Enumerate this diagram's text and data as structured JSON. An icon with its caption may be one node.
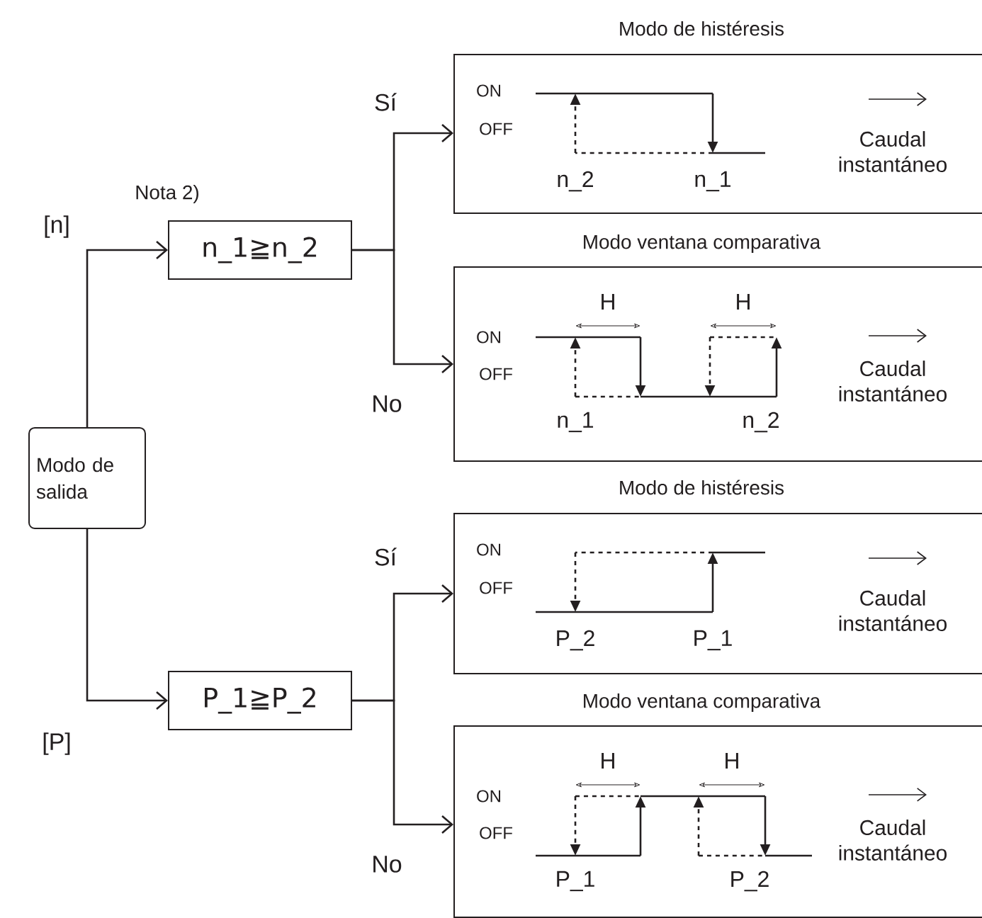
{
  "diagram": {
    "nodes": [
      {
        "text": [
          "Modo de salida"
        ]
      },
      {
        "text": [
          "n_1≧n_2"
        ],
        "beside": [
          "Nota 2)"
        ]
      },
      {
        "text": [
          "Modo de histéresis",
          "ON",
          "OFF",
          "n_2",
          "n_1",
          "Caudal instantáneo"
        ]
      },
      {
        "text": [
          "Modo ventana comparativa",
          "ON",
          "OFF",
          "H",
          "H",
          "n_1",
          "n_2",
          "Caudal instantáneo"
        ]
      },
      {
        "text": [
          "P_1≧P_2"
        ]
      },
      {
        "text": [
          "Modo de histéresis",
          "ON",
          "OFF",
          "P_2",
          "P_1",
          "Caudal instantáneo"
        ]
      },
      {
        "text": [
          "Modo ventana comparativa",
          "ON",
          "OFF",
          "H",
          "H",
          "P_1",
          "P_2",
          "Caudal instantáneo"
        ]
      }
    ],
    "edges": [
      {
        "from": 0,
        "to": 1,
        "arrow": "to",
        "label": "[n]"
      },
      {
        "from": 1,
        "to": 2,
        "arrow": "to",
        "label": "Sí"
      },
      {
        "from": 1,
        "to": 3,
        "arrow": "to",
        "label": "No"
      },
      {
        "from": 0,
        "to": 4,
        "arrow": "to",
        "label": "[P]"
      },
      {
        "from": 4,
        "to": 5,
        "arrow": "to",
        "label": "Sí"
      },
      {
        "from": 4,
        "to": 6,
        "arrow": "to",
        "label": "No"
      }
    ]
  }
}
